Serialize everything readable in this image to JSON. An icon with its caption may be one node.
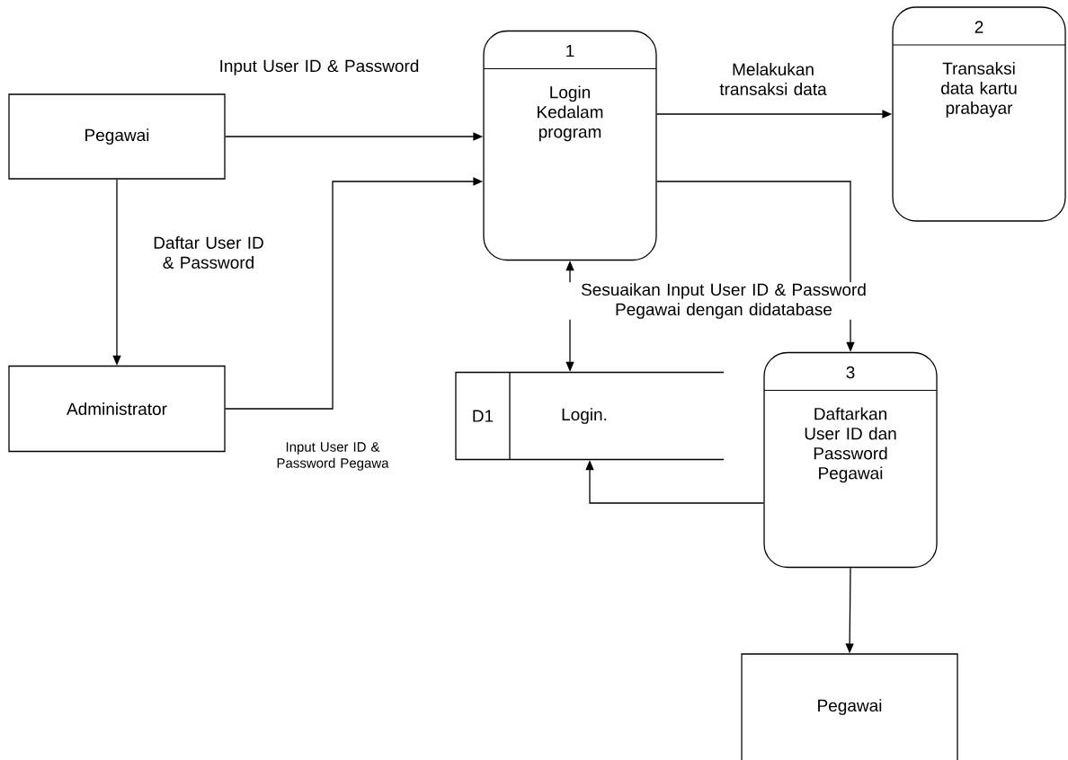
{
  "diagram": {
    "nodes": [
      {
        "text": [
          "Pegawai"
        ]
      },
      {
        "text": [
          "1",
          "Login Kedalam program"
        ]
      },
      {
        "text": [
          "2",
          "Transaksi data kartu prabayar"
        ]
      },
      {
        "text": [
          "Administrator"
        ]
      },
      {
        "text": [
          "D1",
          "Login."
        ]
      },
      {
        "text": [
          "3",
          "Daftarkan User ID dan Password Pegawai"
        ]
      },
      {
        "text": [
          "Pegawai"
        ]
      }
    ],
    "edges": [
      {
        "from": 0,
        "to": 1,
        "arrow": "to",
        "label": "Input User ID & Password"
      },
      {
        "from": 0,
        "to": 3,
        "arrow": "to",
        "label": "Daftar User ID & Password"
      },
      {
        "from": 3,
        "to": 1,
        "arrow": "to",
        "label": "Input User ID & Password Pegawa"
      },
      {
        "from": 1,
        "to": 2,
        "arrow": "to",
        "label": "Melakukan transaksi data"
      },
      {
        "from": 1,
        "to": 5,
        "arrow": "to"
      },
      {
        "from": 1,
        "to": 4,
        "arrow": "both",
        "label": "Sesuaikan Input User ID & Password Pegawai dengan didatabase"
      },
      {
        "from": 5,
        "to": 4,
        "arrow": "to"
      },
      {
        "from": 5,
        "to": 6,
        "arrow": "to"
      }
    ]
  }
}
